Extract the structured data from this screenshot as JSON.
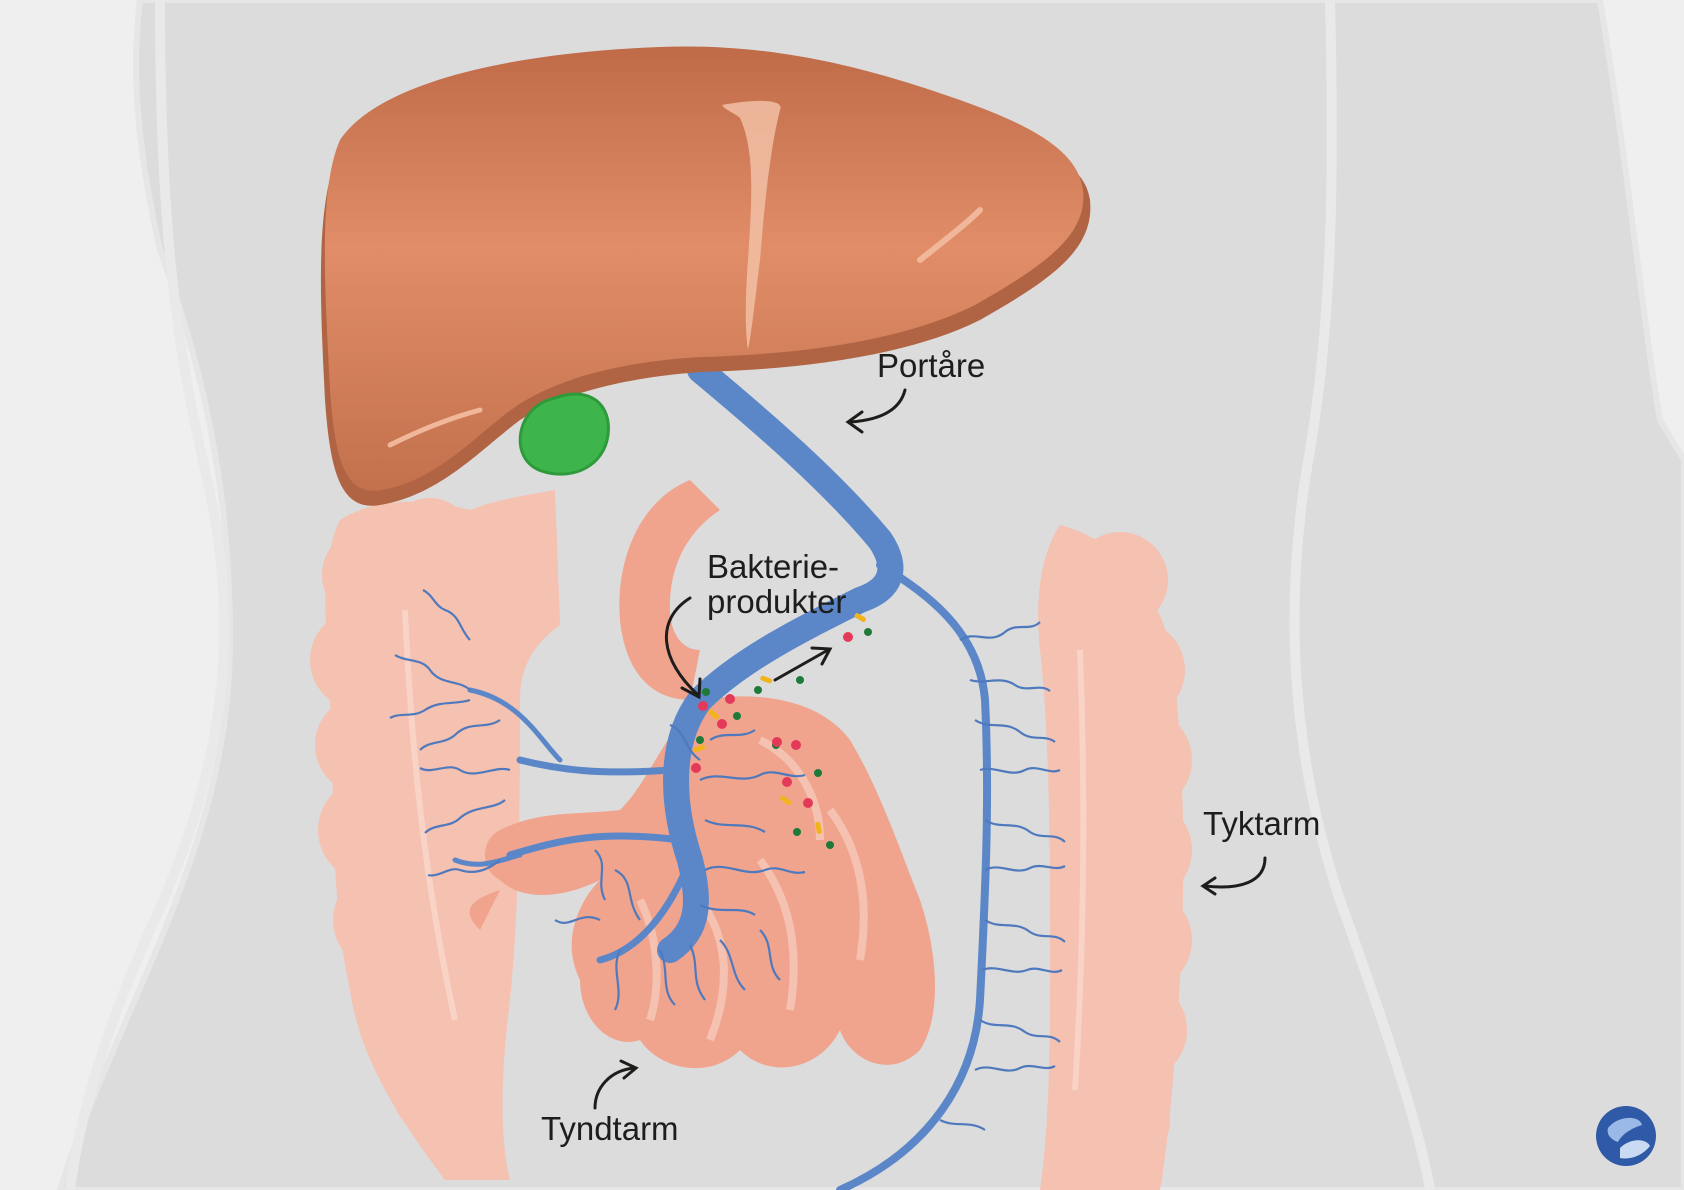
{
  "labels": {
    "portal_vein": "Portåre",
    "bacterial_products_line1": "Bakterie-",
    "bacterial_products_line2": "produkter",
    "large_intestine": "Tyktarm",
    "small_intestine": "Tyndtarm"
  },
  "colors": {
    "background": "#efefef",
    "body": "#dcdcdc",
    "liver": "#cf7a55",
    "gallbladder": "#3db54a",
    "vein": "#5b87c9",
    "intestine": "#f5c1b0",
    "small_intestine": "#f0a48e",
    "particle_red": "#e43a59",
    "particle_green": "#1f7a3a",
    "particle_yellow": "#f2b31c"
  },
  "icons": {
    "logo": "liver-logo-icon"
  }
}
